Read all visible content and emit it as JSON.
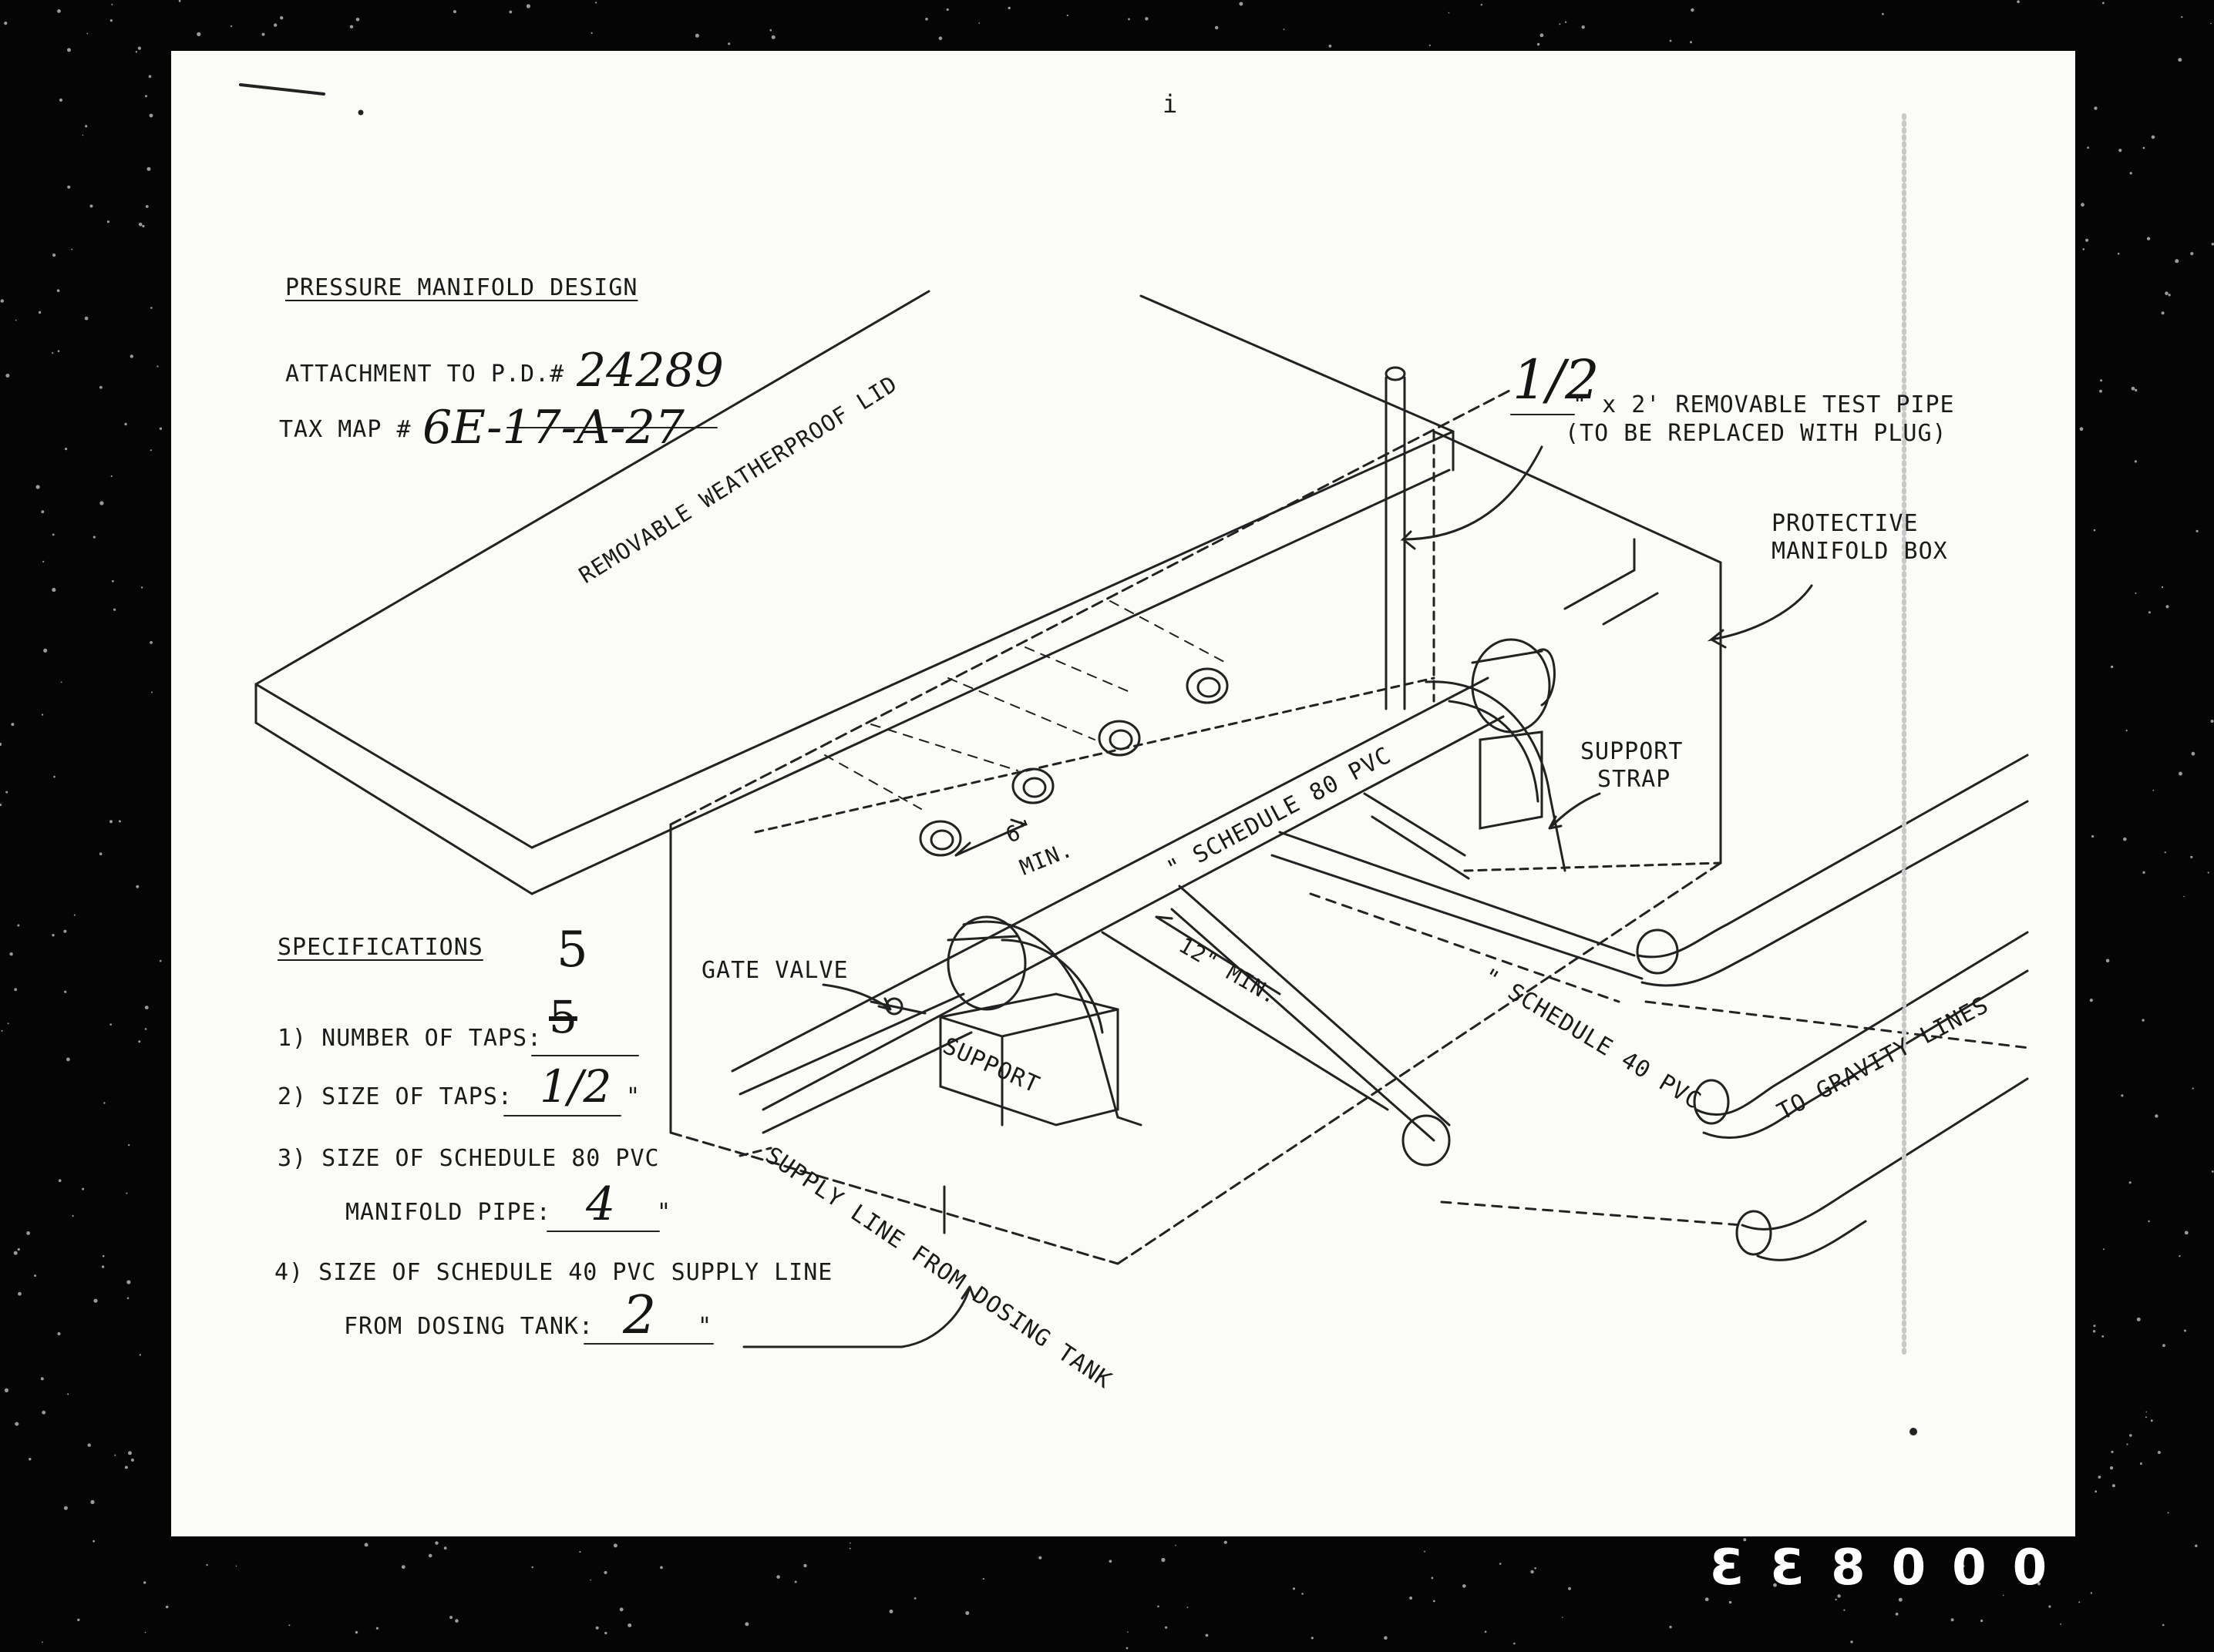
{
  "title": "PRESSURE MANIFOLD DESIGN",
  "attachment": {
    "label": "ATTACHMENT TO P.D.#",
    "value": "24289"
  },
  "tax_map": {
    "label": "TAX MAP #",
    "value": "6E-17-A-27"
  },
  "specifications": {
    "heading": "SPECIFICATIONS",
    "total_note": "5",
    "items": [
      {
        "label": "1)  NUMBER OF TAPS:",
        "value": "5"
      },
      {
        "label": "2)  SIZE OF TAPS:",
        "value": "1/2",
        "unit": "\""
      },
      {
        "label": "3)  SIZE OF SCHEDULE 80 PVC",
        "continuation": "MANIFOLD PIPE:",
        "value": "4",
        "unit": "\""
      },
      {
        "label": "4)  SIZE OF SCHEDULE 40 PVC SUPPLY LINE",
        "continuation": "FROM DOSING TANK:",
        "value": "2",
        "unit": "\""
      }
    ]
  },
  "callouts": {
    "lid": "REMOVABLE WEATHERPROOF LID",
    "test_pipe_size": "1/2",
    "test_pipe_line1": "\" x 2' REMOVABLE TEST PIPE",
    "test_pipe_line2": "(TO BE REPLACED WITH PLUG)",
    "box_line1": "PROTECTIVE",
    "box_line2": "MANIFOLD BOX",
    "strap_line1": "SUPPORT",
    "strap_line2": "STRAP",
    "gate_valve": "GATE VALVE",
    "support": "SUPPORT",
    "schedule80": "\" SCHEDULE 80 PVC",
    "schedule40": "\" SCHEDULE 40 PVC",
    "gravity": "TO GRAVITY LINES",
    "supply": "SUPPLY LINE FROM DOSING TANK",
    "min6_a": "6\"",
    "min6_b": "MIN.",
    "min12": "12\" MIN."
  },
  "page_mark": "i",
  "bates_number": "ƐƐ8000"
}
